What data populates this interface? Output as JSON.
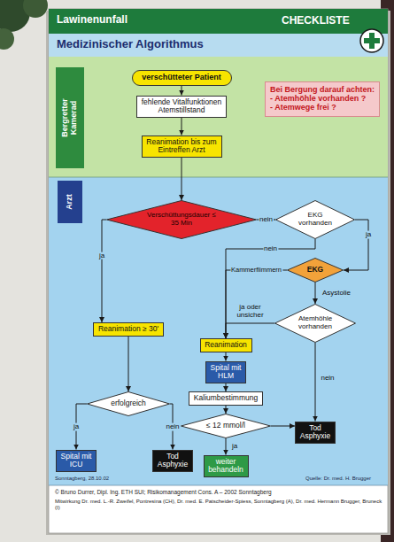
{
  "diagram": {
    "title": "Medizinischer Algorithmus",
    "nodes": [
      {
        "text": [
          "Bergretter Kamerad"
        ]
      },
      {
        "text": [
          "verschütteter Patient"
        ]
      },
      {
        "text": [
          "fehlende Vitalfunktionen Atemstillstand"
        ]
      },
      {
        "text": [
          "Reanimation bis zum Eintreffen Arzt"
        ]
      },
      {
        "text": [
          "Bei Bergung darauf achten:",
          "- Atemhöhle vorhanden ?",
          "- Atemwege frei ?"
        ]
      },
      {
        "text": [
          "Arzt"
        ]
      },
      {
        "text": [
          "Verschüttungsdauer ≤ 35 Min"
        ]
      },
      {
        "text": [
          "EKG vorhanden"
        ]
      },
      {
        "text": [
          "EKG"
        ]
      },
      {
        "text": [
          "Atemhöhle vorhanden"
        ]
      },
      {
        "text": [
          "Reanimation ≥ 30'"
        ]
      },
      {
        "text": [
          "Reanimation"
        ]
      },
      {
        "text": [
          "Spital mit HLM"
        ]
      },
      {
        "text": [
          "Kaliumbestimmung"
        ]
      },
      {
        "text": [
          "erfolgreich"
        ]
      },
      {
        "text": [
          "≤ 12 mmol/l"
        ]
      },
      {
        "text": [
          "Spital mit ICU"
        ]
      },
      {
        "text": [
          "Tod Asphyxie"
        ]
      },
      {
        "text": [
          "weiter behandeln"
        ]
      },
      {
        "text": [
          "Tod Asphyxie"
        ]
      }
    ],
    "edges": [
      {
        "from": 1,
        "to": 2,
        "arrow": "to"
      },
      {
        "from": 2,
        "to": 3,
        "arrow": "to"
      },
      {
        "from": 3,
        "to": 6,
        "arrow": "to"
      },
      {
        "from": 6,
        "to": 10,
        "label": "ja",
        "arrow": "to"
      },
      {
        "from": 6,
        "to": 7,
        "label": "nein",
        "arrow": "to"
      },
      {
        "from": 7,
        "to": 8,
        "label": "ja",
        "arrow": "to"
      },
      {
        "from": 7,
        "to": 11,
        "label": "nein",
        "arrow": "to"
      },
      {
        "from": 8,
        "to": 11,
        "label": "Kammerflimmern",
        "arrow": "to"
      },
      {
        "from": 8,
        "to": 9,
        "label": "Asystolie",
        "arrow": "to"
      },
      {
        "from": 9,
        "to": 11,
        "label": "ja oder unsicher",
        "arrow": "to"
      },
      {
        "from": 9,
        "to": 19,
        "label": "nein",
        "arrow": "to"
      },
      {
        "from": 10,
        "to": 14,
        "arrow": "to"
      },
      {
        "from": 11,
        "to": 12,
        "arrow": "to"
      },
      {
        "from": 12,
        "to": 13,
        "arrow": "to"
      },
      {
        "from": 13,
        "to": 15,
        "arrow": "to"
      },
      {
        "from": 15,
        "to": 18,
        "label": "ja",
        "arrow": "to"
      },
      {
        "from": 15,
        "to": 19,
        "arrow": "to"
      },
      {
        "from": 14,
        "to": 16,
        "label": "ja",
        "arrow": "to"
      },
      {
        "from": 14,
        "to": 17,
        "label": "nein",
        "arrow": "to"
      }
    ],
    "labels": [
      "Lawinenunfall",
      "CHECKLISTE",
      "Sonntagberg, 28.10.02",
      "Quelle: Dr. med. H. Brugger",
      "© Bruno Durrer, Dipl. Ing. ETH SUI; Risikomanagement Cons. A – 2002 Sonntagberg",
      "Mitwirkung Dr. med. L.-R. Zweifel, Pontresina (CH), Dr. med. E. Patscheider-Spiess, Sonntagberg (A), Dr. med. Hermann Brugger, Bruneck (I)"
    ]
  }
}
